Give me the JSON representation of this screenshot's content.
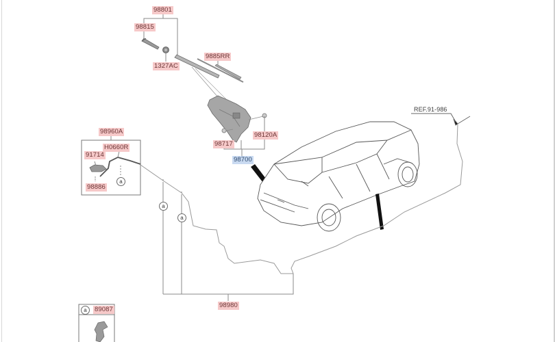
{
  "diagram": {
    "title": "Rear Wiper & Washer Parts Diagram",
    "part_labels": {
      "wiper_arm_blade_assembly": "98801",
      "wiper_arm": "98815",
      "cap_nut": "1327AC",
      "wiper_blade": "9885RR",
      "wiper_motor_assembly": "98700",
      "motor_bolt": "98717",
      "motor_nut": "98120A",
      "washer_nozzle_hose_assembly": "98960A",
      "nozzle": "91714",
      "hose": "H0660R",
      "clip": "98886",
      "washer_hose": "98980",
      "grommet_clip": "89087"
    },
    "reference": "REF.91-986",
    "callout_symbol": "a"
  },
  "colors": {
    "label_red_bg": "#f6c9c9",
    "label_blue_bg": "#c9daf1",
    "line": "#8a8a8a"
  }
}
